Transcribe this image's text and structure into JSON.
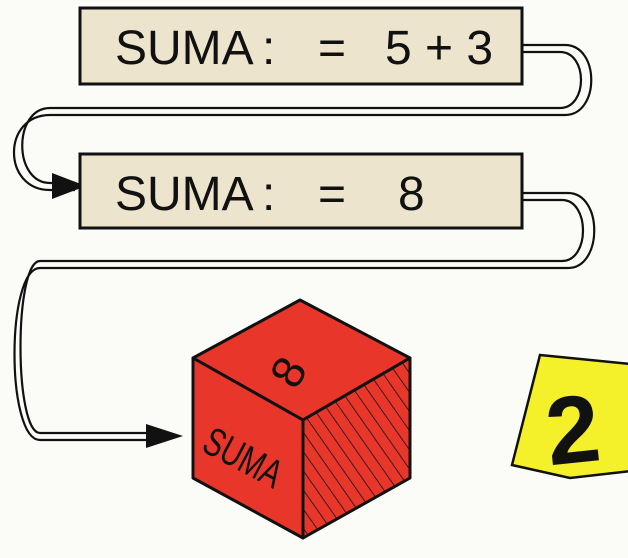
{
  "boxes": [
    {
      "label": "SUMA",
      "assign": ":",
      "eq": "=",
      "expr": "5 + 3"
    },
    {
      "label": "SUMA",
      "assign": ":",
      "eq": "=",
      "expr": "8"
    }
  ],
  "cube": {
    "top_value": "8",
    "front_label": "SUMA"
  },
  "badge": {
    "text": "2"
  },
  "colors": {
    "box_fill": "#ece4cc",
    "stroke": "#111111",
    "cube_red": "#e8362a",
    "badge_yellow": "#f4f02a"
  }
}
